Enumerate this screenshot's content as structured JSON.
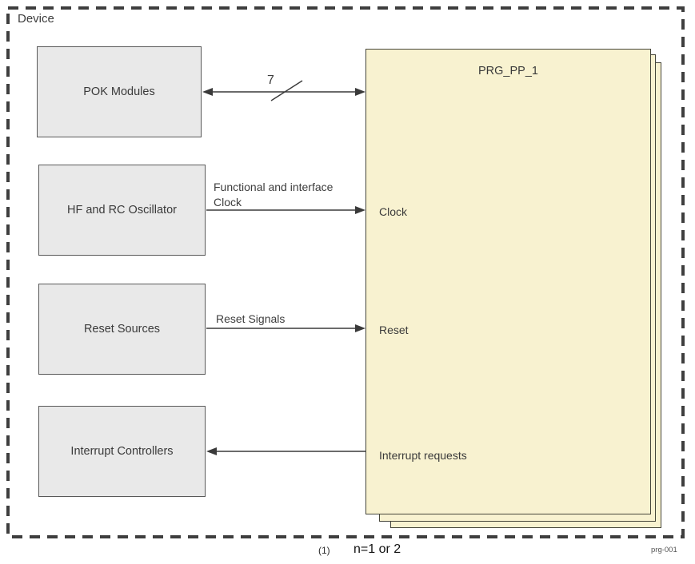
{
  "diagram": {
    "device_label": "Device",
    "figure_id": "prg-001",
    "footnote": {
      "marker": "(1)",
      "text": "n=1 or 2"
    },
    "blocks": {
      "pok_modules": "POK Modules",
      "oscillator": "HF and RC Oscillator",
      "reset_sources": "Reset Sources",
      "interrupt_controllers": "Interrupt Controllers",
      "prg_title": "PRG_PP_1"
    },
    "prg_ports": {
      "clock": "Clock",
      "reset": "Reset",
      "interrupt": "Interrupt requests"
    },
    "edges": {
      "pok_bus": {
        "width_label": "7",
        "direction": "bidirectional"
      },
      "clock": {
        "label": "Functional and interface Clock",
        "direction": "to-prg"
      },
      "reset": {
        "label": "Reset Signals",
        "direction": "to-prg"
      },
      "interrupt": {
        "direction": "from-prg"
      }
    },
    "colors": {
      "block_fill": "#e9e9e9",
      "block_border": "#595959",
      "prg_fill": "#f8f2d0",
      "prg_border": "#45453a",
      "line": "#3a3a3a",
      "dashed_frame": "#3e3e3e",
      "text": "#3d3d3d"
    }
  }
}
